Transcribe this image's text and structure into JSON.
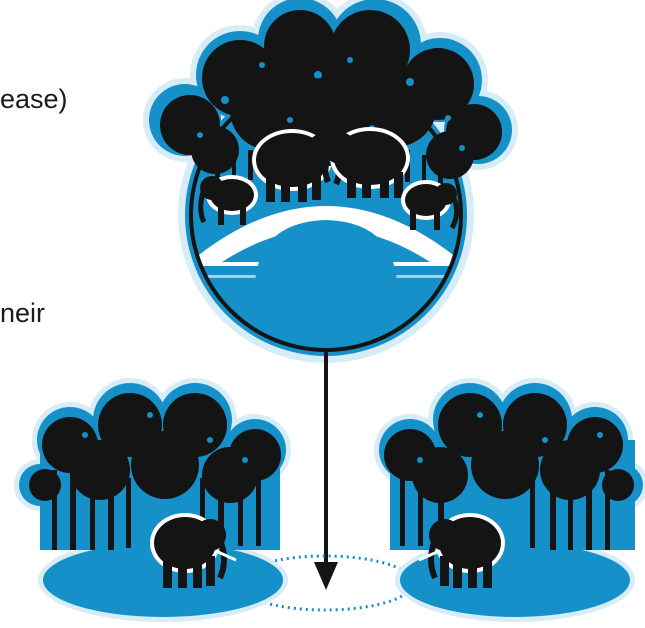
{
  "slide_text": {
    "fragment_1": "ease)",
    "fragment_2": "neir"
  },
  "colors": {
    "water_blue": "#1590c8",
    "pale_blue": "#d6ecf7",
    "silhouette": "#141414"
  },
  "icons": {
    "top_scene": "forest-with-elephant-herd-crossing-bridge",
    "left_patch": "forest-patch-with-elephant",
    "right_patch": "forest-patch-with-elephant",
    "connector": "down-arrow",
    "target": "dotted-ellipse"
  }
}
